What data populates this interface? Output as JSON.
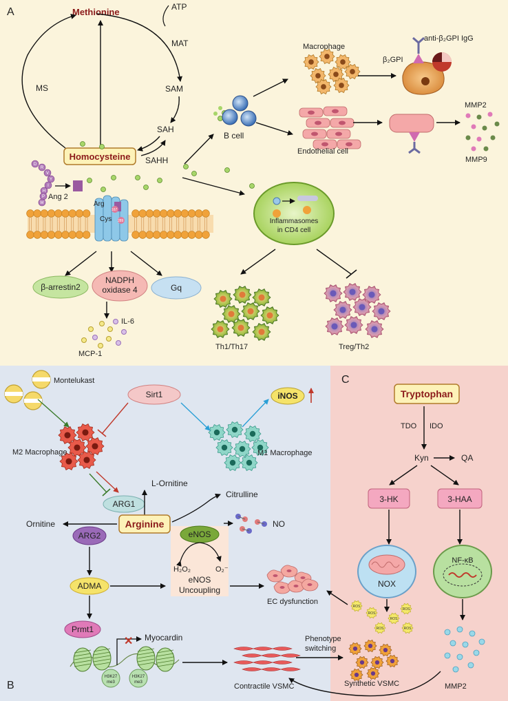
{
  "panel_a": {
    "letter": "A",
    "methionine": "Methionine",
    "atp": "ATP",
    "mat": "MAT",
    "ms": "MS",
    "sam": "SAM",
    "sah": "SAH",
    "sahh": "SAHH",
    "homocysteine": "Homocysteine",
    "ang2": "Ang 2",
    "peptide_letters": [
      "D",
      "R",
      "V",
      "Y",
      "I",
      "H",
      "P",
      "W"
    ],
    "receptor_arg": "Arg",
    "receptor_cys": "Cys",
    "receptor_167": "167",
    "receptor_289": "289",
    "b_cell": "B cell",
    "macrophage": "Macrophage",
    "anti_b2gpi": "anti-β₂GPI IgG",
    "b2gpi": "β₂GPI",
    "endothelial": "Endothelial cell",
    "mmp2": "MMP2",
    "mmp9": "MMP9",
    "inflammasome_line1": "Inflammasomes",
    "inflammasome_line2": "in CD4 cell",
    "beta_arrestin": "β-arrestin2",
    "nadph_line1": "NADPH",
    "nadph_line2": "oxidase 4",
    "gq": "Gq",
    "il6": "IL-6",
    "mcp1": "MCP-1",
    "th1": "Th1/Th17",
    "treg": "Treg/Th2"
  },
  "panel_b": {
    "letter": "B",
    "montelukast": "Montelukast",
    "sirt1": "Sirt1",
    "inos": "iNOS",
    "m2": "M2 Macrophage",
    "m1": "M1 Macrophage",
    "l_ornitine": "L-Ornitine",
    "citrulline": "Citrulline",
    "arg1": "ARG1",
    "arginine": "Arginine",
    "ornitine": "Ornitine",
    "arg2": "ARG2",
    "enos": "eNOS",
    "no": "NO",
    "h2o2": "H₂O₂",
    "o2": "O₂⁻",
    "enos_unc_line1": "eNOS",
    "enos_unc_line2": "Uncoupling",
    "adma": "ADMA",
    "ec_dys": "EC dysfunction",
    "prmt1": "Prmt1",
    "myocardin": "Myocardin",
    "h3k27_line1": "H3K27",
    "h3k27_line2": "me3",
    "contractile": "Contractile VSMC",
    "pheno_line1": "Phenotype",
    "pheno_line2": "switching",
    "synthetic": "Synthetic VSMC"
  },
  "panel_c": {
    "letter": "C",
    "tryptophan": "Tryptophan",
    "tdo": "TDO",
    "ido": "IDO",
    "kyn": "Kyn",
    "qa": "QA",
    "hk": "3-HK",
    "haa": "3-HAA",
    "nox": "NOX",
    "nfkb": "NF-κB",
    "ros": "ROS",
    "mmp2": "MMP2"
  },
  "colors": {
    "panel_a_bg": "#fbf4dc",
    "panel_b_bg": "#dfe6f0",
    "panel_c_bg": "#f6d2cc",
    "methionine": "#8b1a1a",
    "homocysteine_box": "#fdf2b8",
    "membrane": "#f0a23a",
    "receptor": "#8ec8e8"
  }
}
